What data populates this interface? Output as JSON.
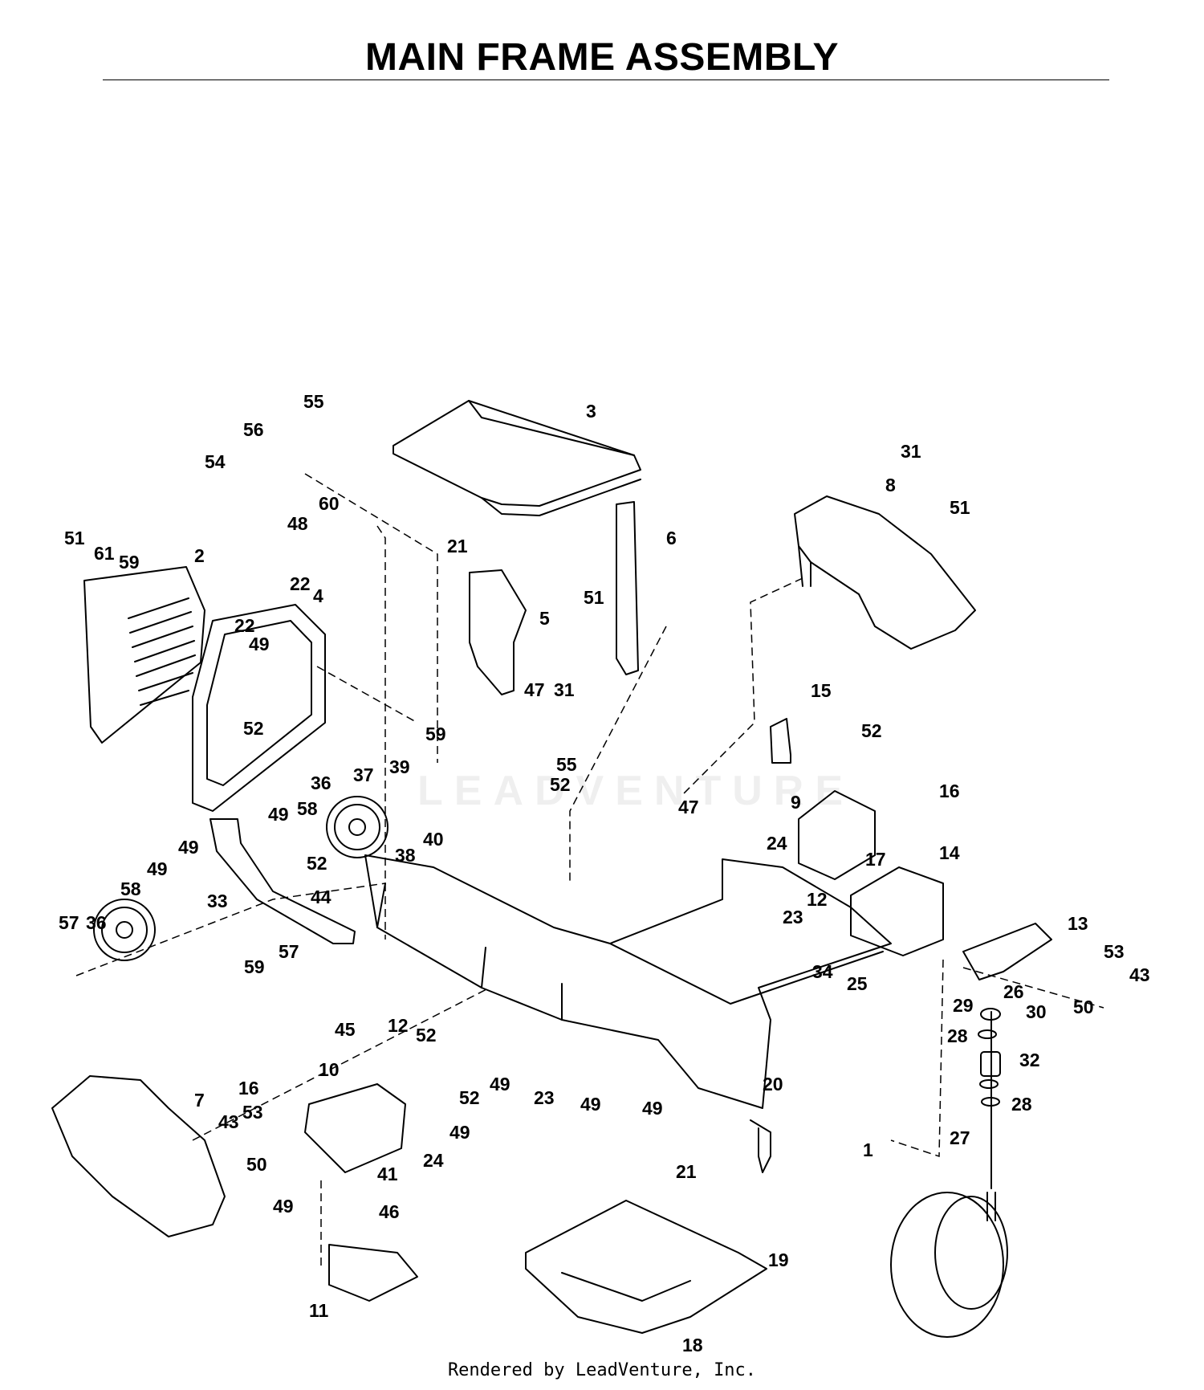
{
  "title": "MAIN FRAME ASSEMBLY",
  "footer": "Rendered by LeadVenture, Inc.",
  "watermark": "LEADVENTURE",
  "colors": {
    "line": "#000000",
    "background": "#ffffff"
  },
  "callouts": [
    "1",
    "2",
    "3",
    "4",
    "5",
    "6",
    "7",
    "8",
    "9",
    "10",
    "11",
    "12",
    "12",
    "13",
    "14",
    "15",
    "16",
    "16",
    "17",
    "18",
    "19",
    "20",
    "21",
    "21",
    "22",
    "22",
    "23",
    "23",
    "24",
    "24",
    "25",
    "26",
    "27",
    "28",
    "28",
    "29",
    "30",
    "31",
    "31",
    "32",
    "33",
    "34",
    "36",
    "36",
    "37",
    "38",
    "39",
    "40",
    "41",
    "43",
    "43",
    "44",
    "45",
    "46",
    "47",
    "47",
    "48",
    "49",
    "49",
    "49",
    "49",
    "49",
    "49",
    "49",
    "49",
    "49",
    "50",
    "50",
    "51",
    "51",
    "51",
    "52",
    "52",
    "52",
    "52",
    "52",
    "52",
    "53",
    "53",
    "54",
    "55",
    "55",
    "56",
    "57",
    "57",
    "58",
    "58",
    "59",
    "59",
    "59",
    "60",
    "61"
  ]
}
